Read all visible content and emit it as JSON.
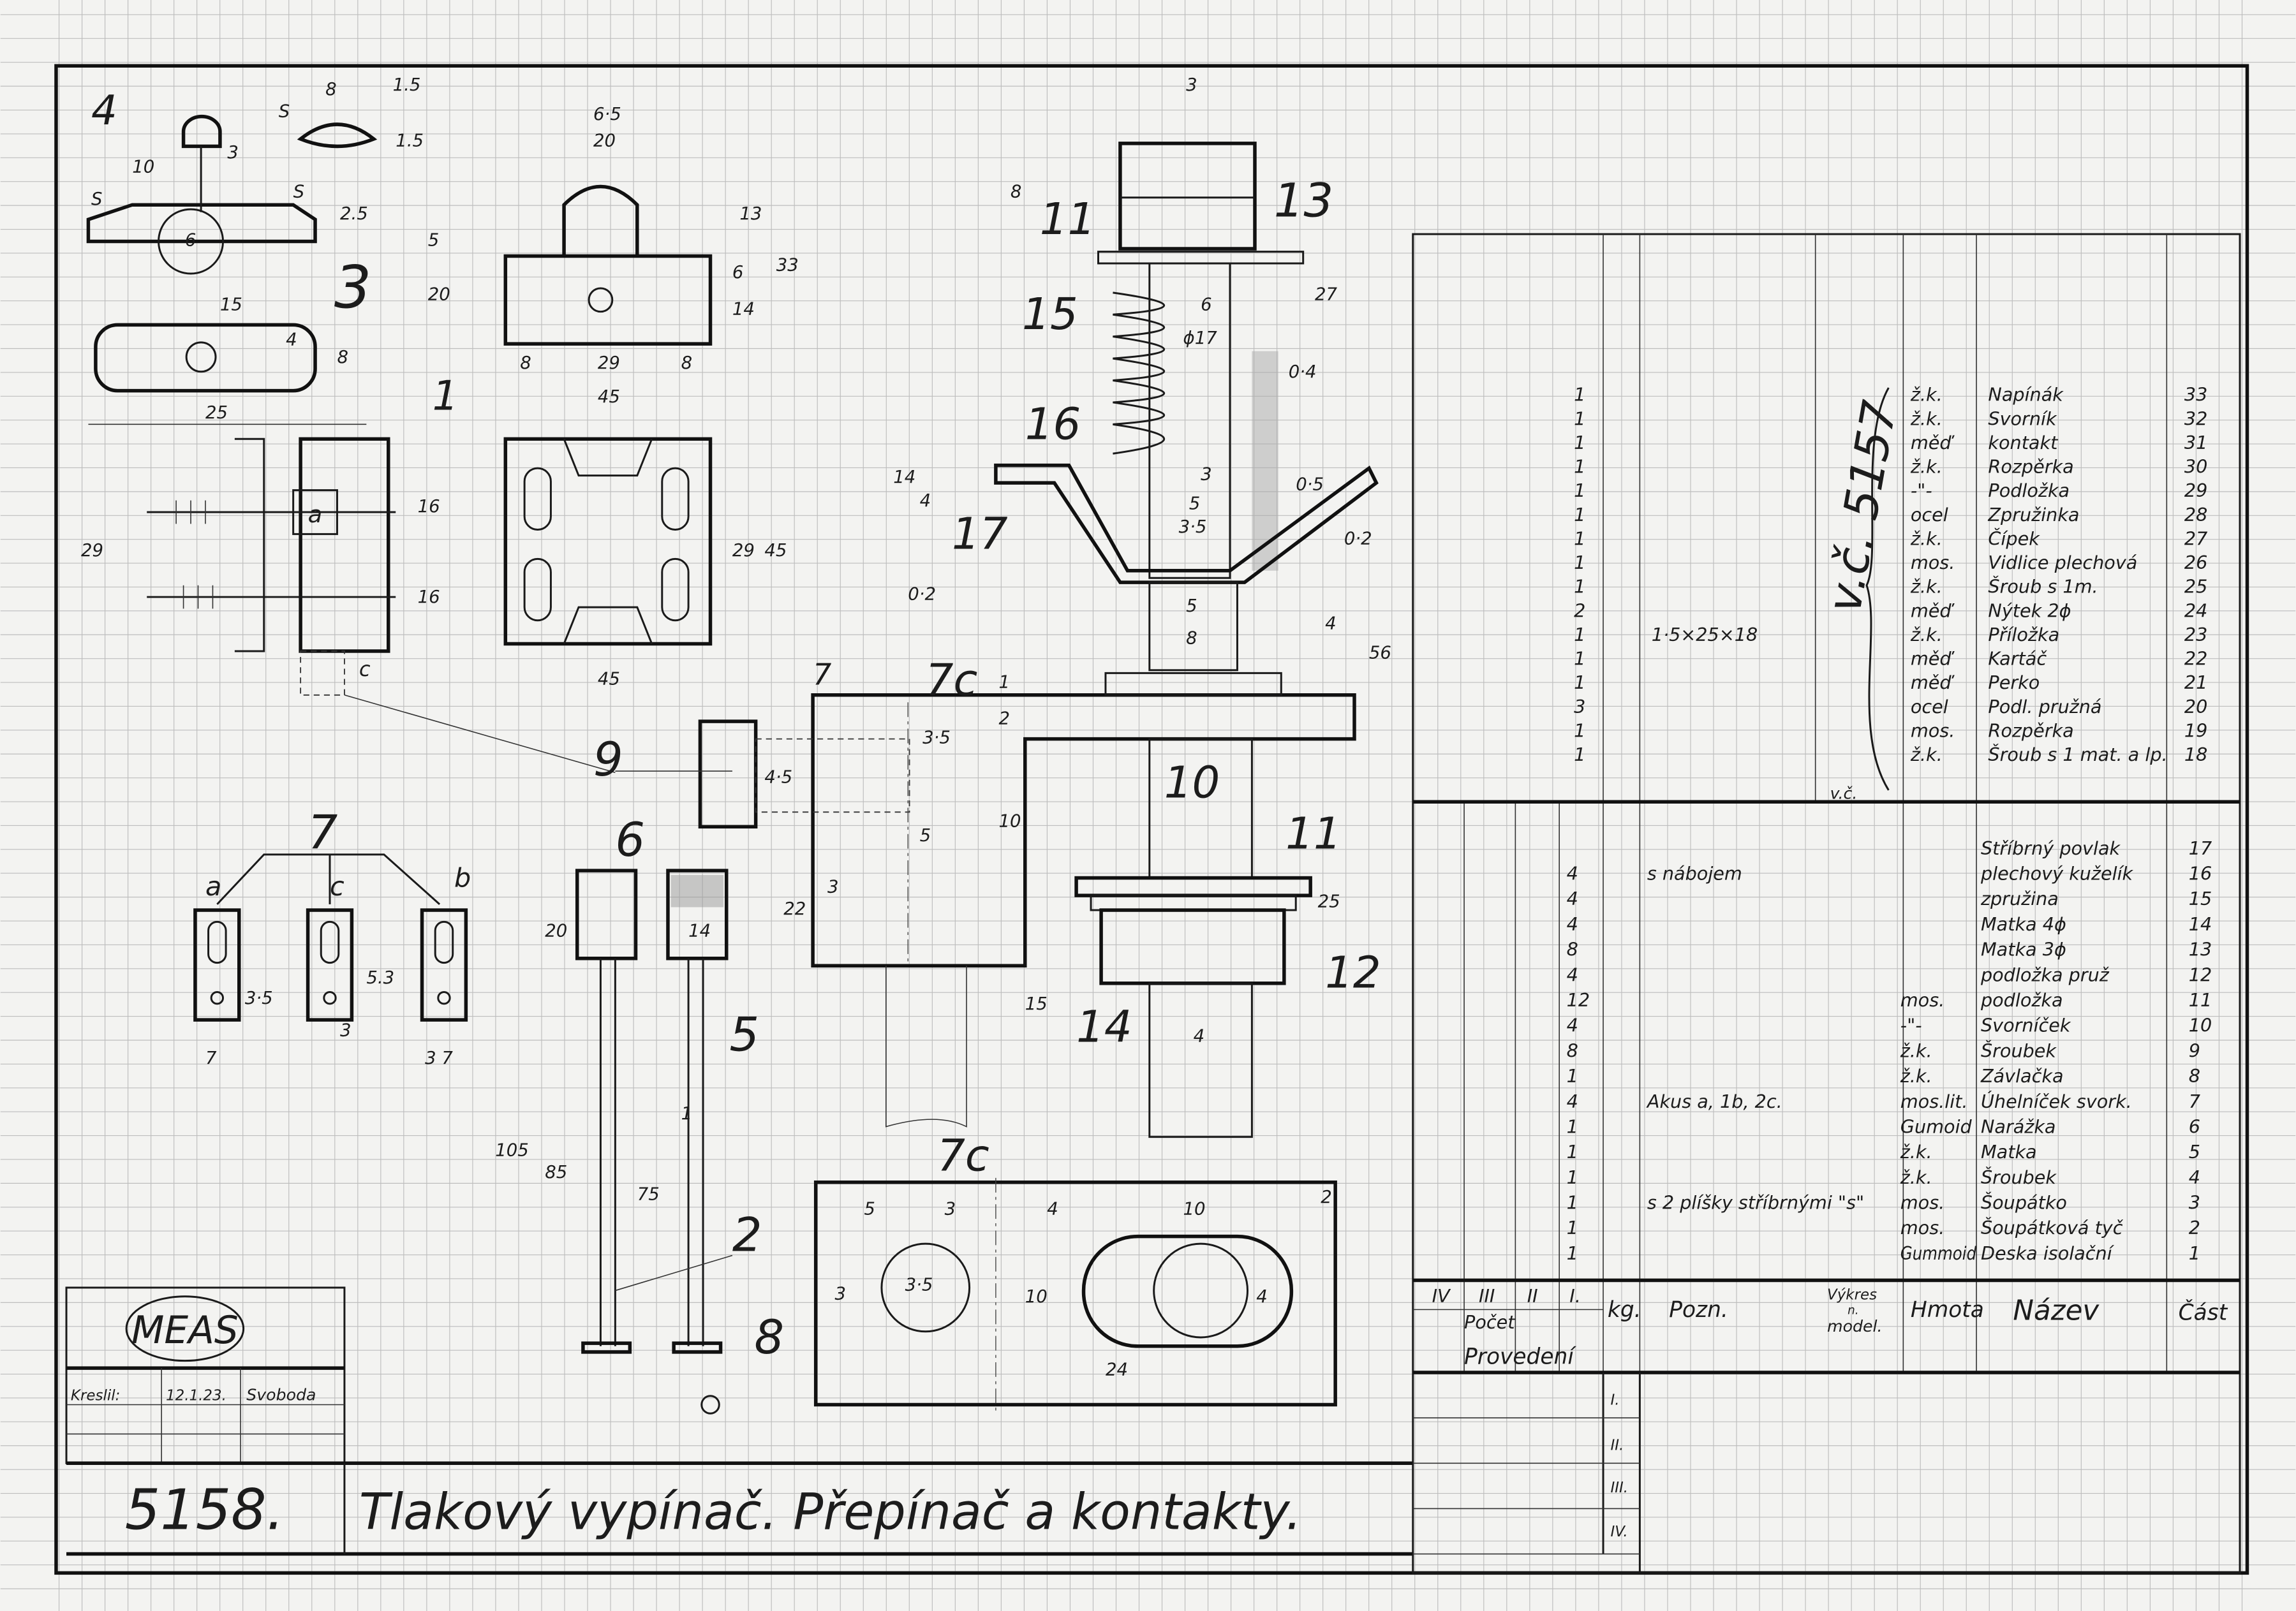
{
  "title_block": {
    "logo": "MEAS",
    "drawn_label": "Kreslil:",
    "drawn_date": "12.1.23.",
    "drawn_by": "Svoboda",
    "drawing_number": "5158.",
    "title": "Tlakový vypínač.  Přepínač a kontakty."
  },
  "callouts": {
    "p4": "4",
    "p3": "3",
    "p1": "1",
    "p7": "7",
    "p7a": "a",
    "p7c": "c",
    "p7b": "b",
    "p6": "6",
    "p5": "5",
    "p2": "2",
    "p8": "8",
    "p9": "9",
    "p7c_top": "7c",
    "p7_side": "7",
    "p7c_bottom": "7c",
    "pc": "c",
    "pa": "a",
    "p10": "10",
    "p11_top": "11",
    "p13": "13",
    "p15": "15",
    "p16": "16",
    "p17": "17",
    "p11_mid": "11",
    "p12": "12",
    "p14": "14",
    "s1": "S",
    "s2": "S",
    "s3": "S"
  },
  "dimensions": {
    "d_8": "8",
    "d_1_5a": "1.5",
    "d_2_5": "2.5",
    "d_1_5b": "1.5",
    "d_10": "10",
    "d_3": "3",
    "d_6": "6",
    "d_15": "15",
    "d_25": "25",
    "d_4": "4",
    "d_8b": "8",
    "d_6_5": "6·5",
    "d_20": "20",
    "d_5": "5",
    "d_20b": "20",
    "d_13": "13",
    "d_33": "33",
    "d_14": "14",
    "d_6b": "6",
    "d_29": "29",
    "d_8c": "8",
    "d_8d": "8",
    "d_45": "45",
    "d_16a": "16",
    "d_16b": "16",
    "d_29l": "29",
    "d_45b": "45",
    "d_29r": "29",
    "d_45r": "45",
    "d_3_5": "3·5",
    "d_7": "7",
    "d_3b": "3",
    "d_5_3": "5.3",
    "d_3_7": "3  7",
    "d_20c": "20",
    "d_14b": "14",
    "d_105": "105",
    "d_85": "85",
    "d_75": "75",
    "d_1": "1",
    "d_3_5b": "3·5",
    "d_4_5": "4·5",
    "d_2": "2",
    "d_1b": "1",
    "d_10b": "10",
    "d_22": "22",
    "d_5b": "5",
    "d_3c": "3",
    "d_15b": "15",
    "d_top3": "3",
    "d_8e": "8",
    "d_27": "27",
    "d_phi17": "ϕ17",
    "d_0_4": "0·4",
    "d_6c": "6",
    "d_14c": "14",
    "d_4b": "4",
    "d_3d": "3",
    "d_5c": "5",
    "d_3_5c": "3·5",
    "d_0_5": "0·5",
    "d_0_2": "0·2",
    "d_0_2b": "0·2",
    "d_5d": "5",
    "d_8f": "8",
    "d_4c": "4",
    "d_56": "56",
    "d_25b": "25",
    "d_4d": "4",
    "b_5": "5",
    "b_3": "3",
    "b_4": "4",
    "b_10": "10",
    "b_2": "2",
    "b_3_5": "3·5",
    "b_3b": "3",
    "b_10b": "10",
    "b_4b": "4",
    "b_24": "24"
  },
  "parts_table_upper": {
    "reference": "v.č. 5157",
    "reference_label": "v.č.",
    "rows": [
      {
        "qty": "1",
        "note": "",
        "material": "ž.k.",
        "name": "Napínák",
        "part": "33"
      },
      {
        "qty": "1",
        "note": "",
        "material": "ž.k.",
        "name": "Svorník",
        "part": "32"
      },
      {
        "qty": "1",
        "note": "",
        "material": "měď",
        "name": "kontakt",
        "part": "31"
      },
      {
        "qty": "1",
        "note": "",
        "material": "ž.k.",
        "name": "Rozpěrka",
        "part": "30"
      },
      {
        "qty": "1",
        "note": "",
        "material": "-\"-",
        "name": "Podložka",
        "part": "29"
      },
      {
        "qty": "1",
        "note": "",
        "material": "ocel",
        "name": "Zpružinka",
        "part": "28"
      },
      {
        "qty": "1",
        "note": "",
        "material": "ž.k.",
        "name": "Čípek",
        "part": "27"
      },
      {
        "qty": "1",
        "note": "",
        "material": "mos.",
        "name": "Vidlice plechová",
        "part": "26"
      },
      {
        "qty": "1",
        "note": "",
        "material": "ž.k.",
        "name": "Šroub s 1m.",
        "part": "25"
      },
      {
        "qty": "2",
        "note": "",
        "material": "měď",
        "name": "Nýtek 2ϕ",
        "part": "24"
      },
      {
        "qty": "1",
        "note": "1·5×25×18",
        "material": "ž.k.",
        "name": "Příložka",
        "part": "23"
      },
      {
        "qty": "1",
        "note": "",
        "material": "měď",
        "name": "Kartáč",
        "part": "22"
      },
      {
        "qty": "1",
        "note": "",
        "material": "měď",
        "name": "Perko",
        "part": "21"
      },
      {
        "qty": "3",
        "note": "",
        "material": "ocel",
        "name": "Podl. pružná",
        "part": "20"
      },
      {
        "qty": "1",
        "note": "",
        "material": "mos.",
        "name": "Rozpěrka",
        "part": "19"
      },
      {
        "qty": "1",
        "note": "",
        "material": "ž.k.",
        "name": "Šroub s 1 mat. a lp.",
        "part": "18"
      }
    ]
  },
  "parts_table_lower": {
    "rows": [
      {
        "qty": "",
        "note": "",
        "material": "",
        "name": "Stříbrný povlak",
        "part": "17"
      },
      {
        "qty": "4",
        "note": "s nábojem",
        "material": "",
        "name": "plechový kuželík",
        "part": "16"
      },
      {
        "qty": "4",
        "note": "",
        "material": "",
        "name": "zpružina",
        "part": "15"
      },
      {
        "qty": "4",
        "note": "",
        "material": "",
        "name": "Matka 4ϕ",
        "part": "14"
      },
      {
        "qty": "8",
        "note": "",
        "material": "",
        "name": "Matka 3ϕ",
        "part": "13"
      },
      {
        "qty": "4",
        "note": "",
        "material": "",
        "name": "podložka pruž",
        "part": "12"
      },
      {
        "qty": "12",
        "note": "",
        "material": "mos.",
        "name": "podložka",
        "part": "11"
      },
      {
        "qty": "4",
        "note": "",
        "material": "-\"-",
        "name": "Svorníček",
        "part": "10"
      },
      {
        "qty": "8",
        "note": "",
        "material": "ž.k.",
        "name": "Šroubek",
        "part": "9"
      },
      {
        "qty": "1",
        "note": "",
        "material": "ž.k.",
        "name": "Závlačka",
        "part": "8"
      },
      {
        "qty": "4",
        "note": "Akus a, 1b, 2c.",
        "material": "mos.lit.",
        "name": "Úhelníček svork.",
        "part": "7"
      },
      {
        "qty": "1",
        "note": "",
        "material": "Gumoid",
        "name": "Narážka",
        "part": "6"
      },
      {
        "qty": "1",
        "note": "",
        "material": "ž.k.",
        "name": "Matka",
        "part": "5"
      },
      {
        "qty": "1",
        "note": "",
        "material": "ž.k.",
        "name": "Šroubek",
        "part": "4"
      },
      {
        "qty": "1",
        "note": "s 2 plíšky stříbrnými \"s\"",
        "material": "mos.",
        "name": "Šoupátko",
        "part": "3"
      },
      {
        "qty": "1",
        "note": "",
        "material": "mos.",
        "name": "Šoupátková tyč",
        "part": "2"
      },
      {
        "qty": "1",
        "note": "",
        "material": "Gummoid",
        "name": "Deska isolační",
        "part": "1"
      }
    ],
    "header": {
      "col_iv": "IV",
      "col_iii": "III",
      "col_ii": "II",
      "col_i": "I.",
      "count": "Počet",
      "kg": "kg.",
      "note": "Pozn.",
      "drawing": "Výkres",
      "drawing_n": "n.",
      "model": "model.",
      "material": "Hmota",
      "name": "Název",
      "part": "Část"
    },
    "execution": {
      "label": "Provedení",
      "rows": [
        "I.",
        "II.",
        "III.",
        "IV."
      ]
    }
  }
}
